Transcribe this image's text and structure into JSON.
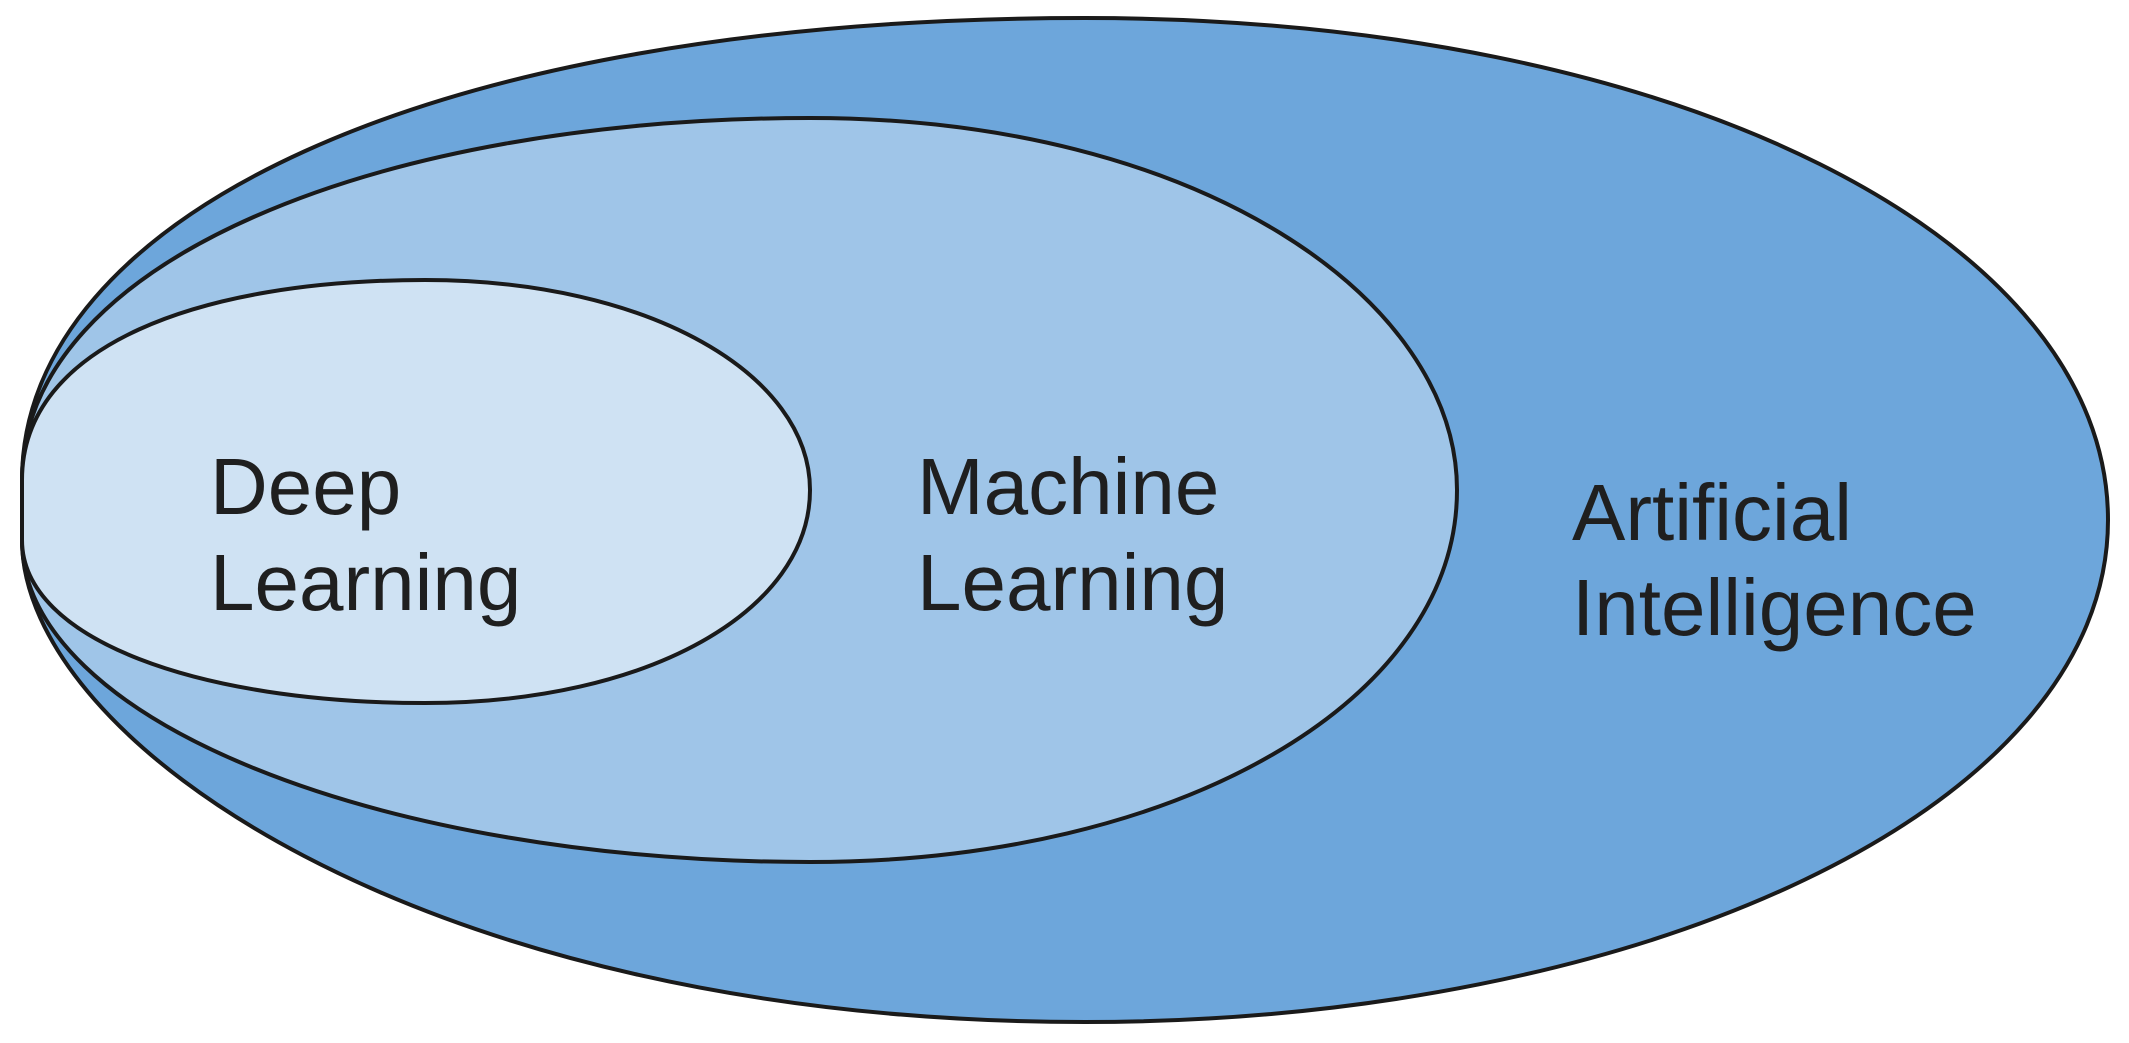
{
  "diagram": {
    "type": "nested-sets",
    "sets": {
      "outer": {
        "line1": "Artificial",
        "line2": "Intelligence",
        "fill": "#6da6db"
      },
      "middle": {
        "line1": "Machine",
        "line2": "Learning",
        "fill": "#9fc5e8"
      },
      "inner": {
        "line1": "Deep",
        "line2": "Learning",
        "fill": "#cfe2f3"
      }
    },
    "outline_color": "#1a1a1a",
    "text_color": "#1f1f1f",
    "background": "#ffffff"
  }
}
